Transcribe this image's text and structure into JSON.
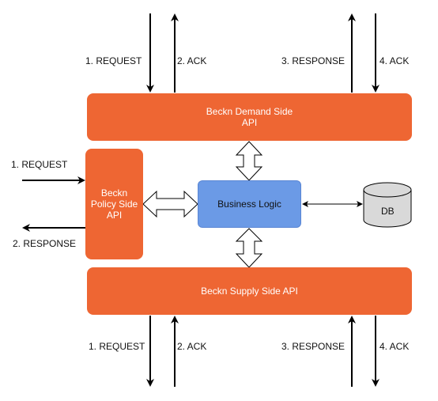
{
  "colors": {
    "orange": "#ee6633",
    "blue": "#6b9ae6",
    "db_fill": "#d9d9d9",
    "line": "#000000"
  },
  "boxes": {
    "demand_line1": "Beckn Demand Side",
    "demand_line2": "API",
    "policy_line1": "Beckn",
    "policy_line2": "Policy Side",
    "policy_line3": "API",
    "business_logic": "Business Logic",
    "supply": "Beckn Supply Side API",
    "db": "DB"
  },
  "labels": {
    "top_request": "1. REQUEST",
    "top_ack_left": "2. ACK",
    "top_response": "3. RESPONSE",
    "top_ack_right": "4. ACK",
    "left_request": "1. REQUEST",
    "left_response": "2. RESPONSE",
    "bottom_request": "1. REQUEST",
    "bottom_ack_left": "2. ACK",
    "bottom_response": "3. RESPONSE",
    "bottom_ack_right": "4. ACK"
  },
  "icons": {
    "db": "database-cylinder-icon",
    "double_arrow": "double-headed-block-arrow-icon"
  }
}
